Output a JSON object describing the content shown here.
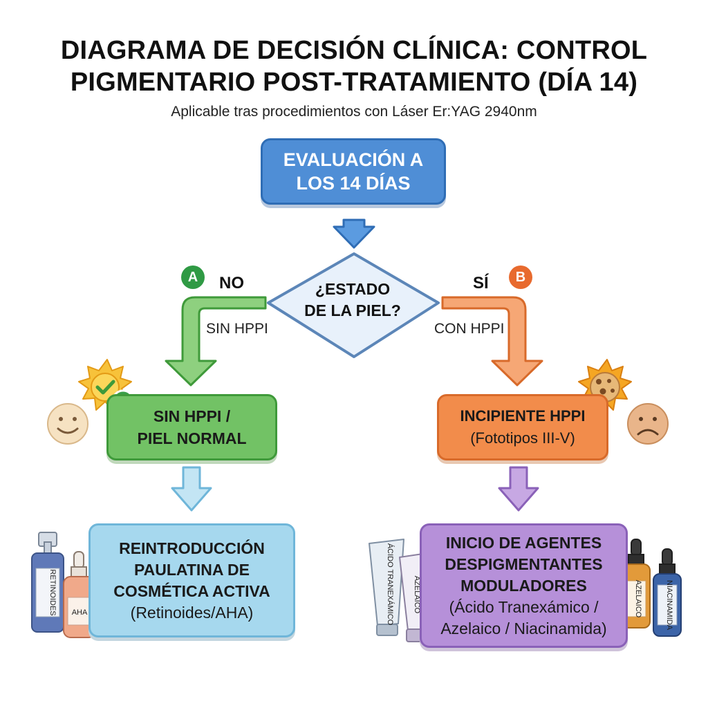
{
  "title": {
    "line1": "DIAGRAMA DE DECISIÓN CLÍNICA: CONTROL",
    "line2": "PIGMENTARIO POST-TRATAMIENTO (DÍA 14)"
  },
  "subtitle": "Aplicable tras procedimientos con Láser Er:YAG 2940nm",
  "nodes": {
    "evaluation": {
      "line1": "EVALUACIÓN A",
      "line2": "LOS 14 DÍAS"
    },
    "decision": {
      "line1": "¿ESTADO",
      "line2": "DE LA PIEL?"
    },
    "normal": {
      "line1": "SIN HPPI /",
      "line2": "PIEL NORMAL"
    },
    "hppi": {
      "line1": "INCIPIENTE HPPI",
      "line2": "(Fototipos III-V)"
    },
    "reintro": {
      "line1": "REINTRODUCCIÓN",
      "line2": "PAULATINA DE",
      "line3": "COSMÉTICA ACTIVA",
      "line4": "(Retinoides/AHA)"
    },
    "inicio": {
      "line1": "INICIO DE AGENTES",
      "line2": "DESPIGMENTANTES",
      "line3": "MODULADORES",
      "line4": "(Ácido Tranexámico /",
      "line5": "Azelaico / Niacinamida)"
    }
  },
  "branches": {
    "left": {
      "badge": "A",
      "answer": "NO",
      "condition": "SIN HPPI"
    },
    "right": {
      "badge": "B",
      "answer": "SÍ",
      "condition": "CON HPPI"
    }
  },
  "product_labels": {
    "retinoides": "RETINOIDES",
    "aha": "AHA",
    "tranexamico": "ÁCIDO TRANEXÁMICO",
    "azelaico_tube": "AZELAICO",
    "azelaico_dropper": "AZELAICO",
    "niacinamida": "NIACINAMIDA"
  },
  "icons": [
    "sun-check-icon",
    "check-badge-icon",
    "happy-face-icon",
    "sun-spots-icon",
    "sad-face-icon"
  ],
  "colors": {
    "blue": "#4f8ed6",
    "green": "#72c265",
    "orange": "#f28c4b",
    "light_blue": "#a6d8ee",
    "purple": "#b690d9",
    "decision_fill": "#e8f1fb"
  }
}
